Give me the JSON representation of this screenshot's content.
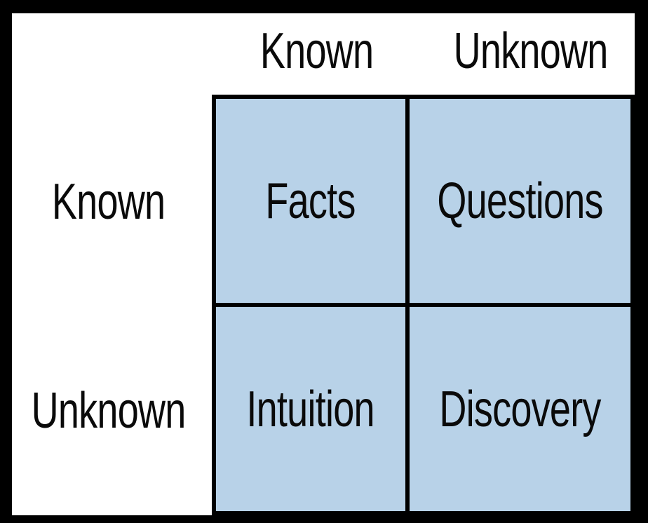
{
  "matrix": {
    "title": "knowns-unknowns-quadrant",
    "column_headers": [
      "Known",
      "Unknown"
    ],
    "row_headers": [
      "Known",
      "Unknown"
    ],
    "cells": [
      "Facts",
      "Questions",
      "Intuition",
      "Discovery"
    ],
    "colors": {
      "cell_fill": "#b8d2e8",
      "line": "#000000",
      "page_bg": "#ffffff",
      "frame_bg": "#000000",
      "text": "#0a0a0a"
    }
  }
}
